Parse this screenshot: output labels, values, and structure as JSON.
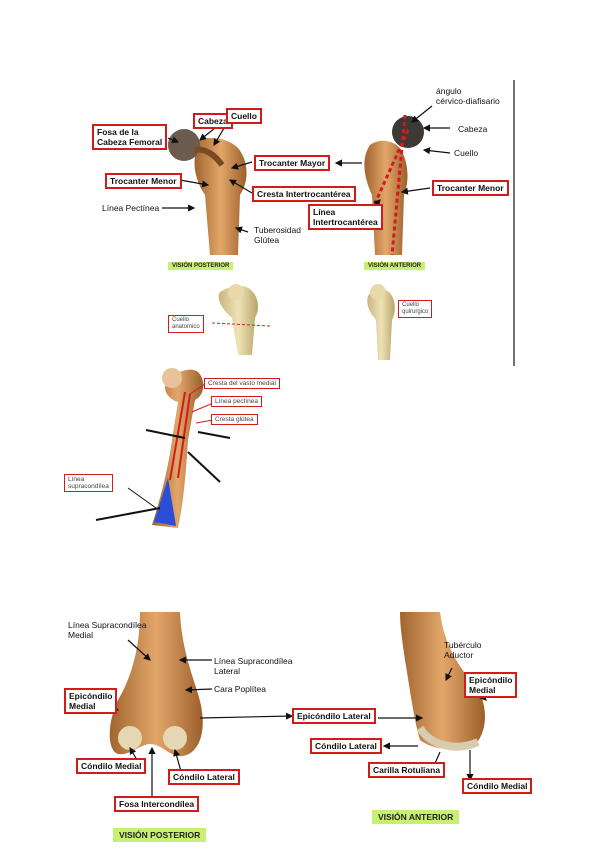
{
  "top": {
    "posterior": {
      "fosa_cabeza": "Fosa de la\nCabeza Femoral",
      "cabeza": "Cabeza",
      "cuello": "Cuello",
      "trocanter_mayor": "Trocanter Mayor",
      "trocanter_menor": "Trocanter Menor",
      "cresta_intertrocanterea": "Cresta Intertrocantérea",
      "linea_pectinea": "Línea Pectínea",
      "tuberosidad": "Tuberosidad\nGlútea",
      "caption": "VISIÓN POSTERIOR"
    },
    "anterior": {
      "angulo": "ángulo\ncérvico-diafisario",
      "cabeza": "Cabeza",
      "cuello": "Cuello",
      "trocanter_menor": "Trocanter Menor",
      "linea_intertrocanterea": "Línea\nIntertrocantérea",
      "caption": "VISIÓN ANTERIOR"
    },
    "small_left": "Cuello\nanatomico",
    "small_right": "Cuello\nquirurgico"
  },
  "middle": {
    "cresta_vasto": "Cresta del vasto medial",
    "linea_pectinea": "Línea pectínea",
    "cresta_glutea": "Cresta glútea",
    "linea_supracondilea": "Línea\nsupracondílea"
  },
  "bottom": {
    "posterior": {
      "linea_supra_medial": "Línea Supracondílea\nMedial",
      "linea_supra_lateral": "Línea Supracondílea\nLateral",
      "cara_poplitea": "Cara Poplítea",
      "epicondilo_medial": "Epicóndilo\nMedial",
      "condilo_medial": "Cóndilo Medial",
      "condilo_lateral": "Cóndilo Lateral",
      "fosa_intercondilea": "Fosa Intercondílea",
      "caption": "VISIÓN POSTERIOR"
    },
    "anterior": {
      "tuberculo_aductor": "Tubérculo\nAductor",
      "epicondilo_medial": "Epicóndilo\nMedial",
      "epicondilo_lateral": "Epicóndilo Lateral",
      "condilo_lateral": "Cóndilo Lateral",
      "carilla_rotuliana": "Carilla Rotuliana",
      "condilo_medial": "Cóndilo Medial",
      "caption": "VISIÓN ANTERIOR"
    }
  },
  "colors": {
    "label_box": "#d11c1c",
    "bone": "#c98a4e",
    "caption_bg": "#c8f070",
    "fill_blue": "#2a4fd6"
  }
}
